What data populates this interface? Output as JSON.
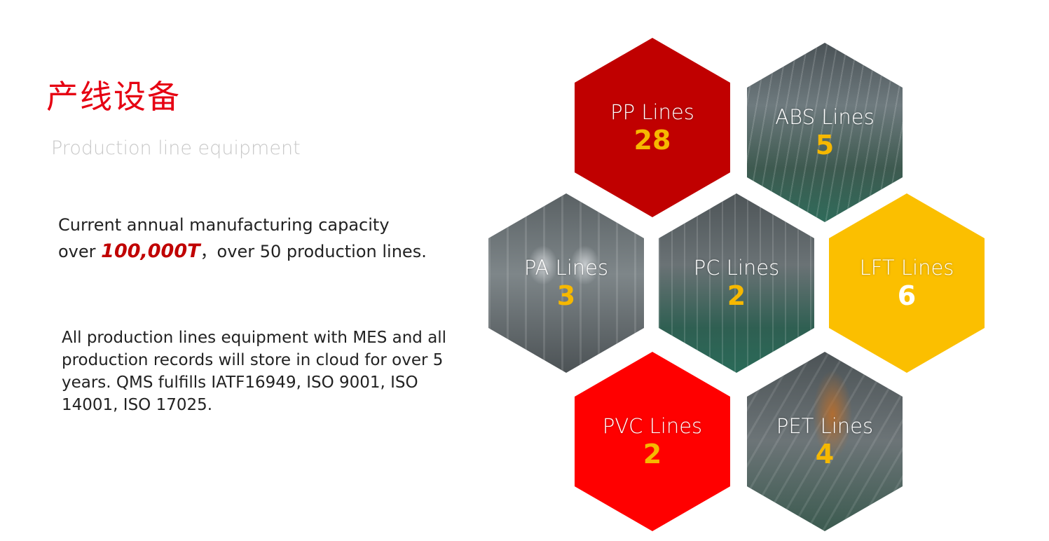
{
  "heading": {
    "title_cn": "产线设备",
    "title_en": "Production line equipment"
  },
  "capacity": {
    "line1": "Current annual manufacturing capacity",
    "prefix": "over ",
    "highlight": "100,000T",
    "suffix": "，over  50 production lines."
  },
  "mes_text": "All production lines equipment with MES and all production records will store in cloud for over 5 years. QMS fulfills IATF16949, ISO 9001, ISO 14001, ISO 17025.",
  "hexagons": [
    {
      "label": "PP Lines",
      "count": "28",
      "fill": "#c00000",
      "num_color": "#f6b800"
    },
    {
      "label": "ABS Lines",
      "count": "5",
      "fill": "photo",
      "num_color": "#f6b800"
    },
    {
      "label": "PA Lines",
      "count": "3",
      "fill": "photo",
      "num_color": "#f6b800"
    },
    {
      "label": "PC Lines",
      "count": "2",
      "fill": "photo",
      "num_color": "#f6b800"
    },
    {
      "label": "LFT Lines",
      "count": "6",
      "fill": "#fbbf00",
      "num_color": "#ffffff"
    },
    {
      "label": "PVC Lines",
      "count": "2",
      "fill": "#ff0000",
      "num_color": "#f6b800"
    },
    {
      "label": "PET Lines",
      "count": "4",
      "fill": "photo",
      "num_color": "#f6b800"
    }
  ]
}
